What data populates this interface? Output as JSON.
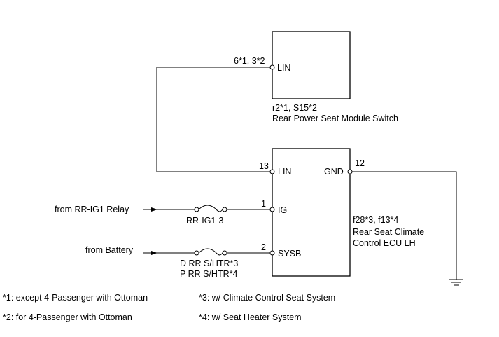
{
  "switch_module": {
    "pin_number": "6*1, 3*2",
    "pin_label": "LIN",
    "connector_code": "r2*1, S15*2",
    "name": "Rear Power Seat Module Switch"
  },
  "ecu": {
    "pins": [
      {
        "number": "13",
        "label": "LIN"
      },
      {
        "number": "1",
        "label": "IG"
      },
      {
        "number": "2",
        "label": "SYSB"
      },
      {
        "number": "12",
        "label": "GND"
      }
    ],
    "connector_code": "f28*3, f13*4",
    "name_line1": "Rear Seat Climate",
    "name_line2": "Control ECU LH"
  },
  "inputs": {
    "relay_source": "from RR-IG1 Relay",
    "relay_fuse": "RR-IG1-3",
    "battery_source": "from Battery",
    "battery_fuse_line1": "D RR S/HTR*3",
    "battery_fuse_line2": "P RR S/HTR*4"
  },
  "notes": [
    "*1: except 4-Passenger with Ottoman",
    "*2: for 4-Passenger with Ottoman",
    "*3: w/ Climate Control Seat System",
    "*4: w/ Seat Heater System"
  ]
}
